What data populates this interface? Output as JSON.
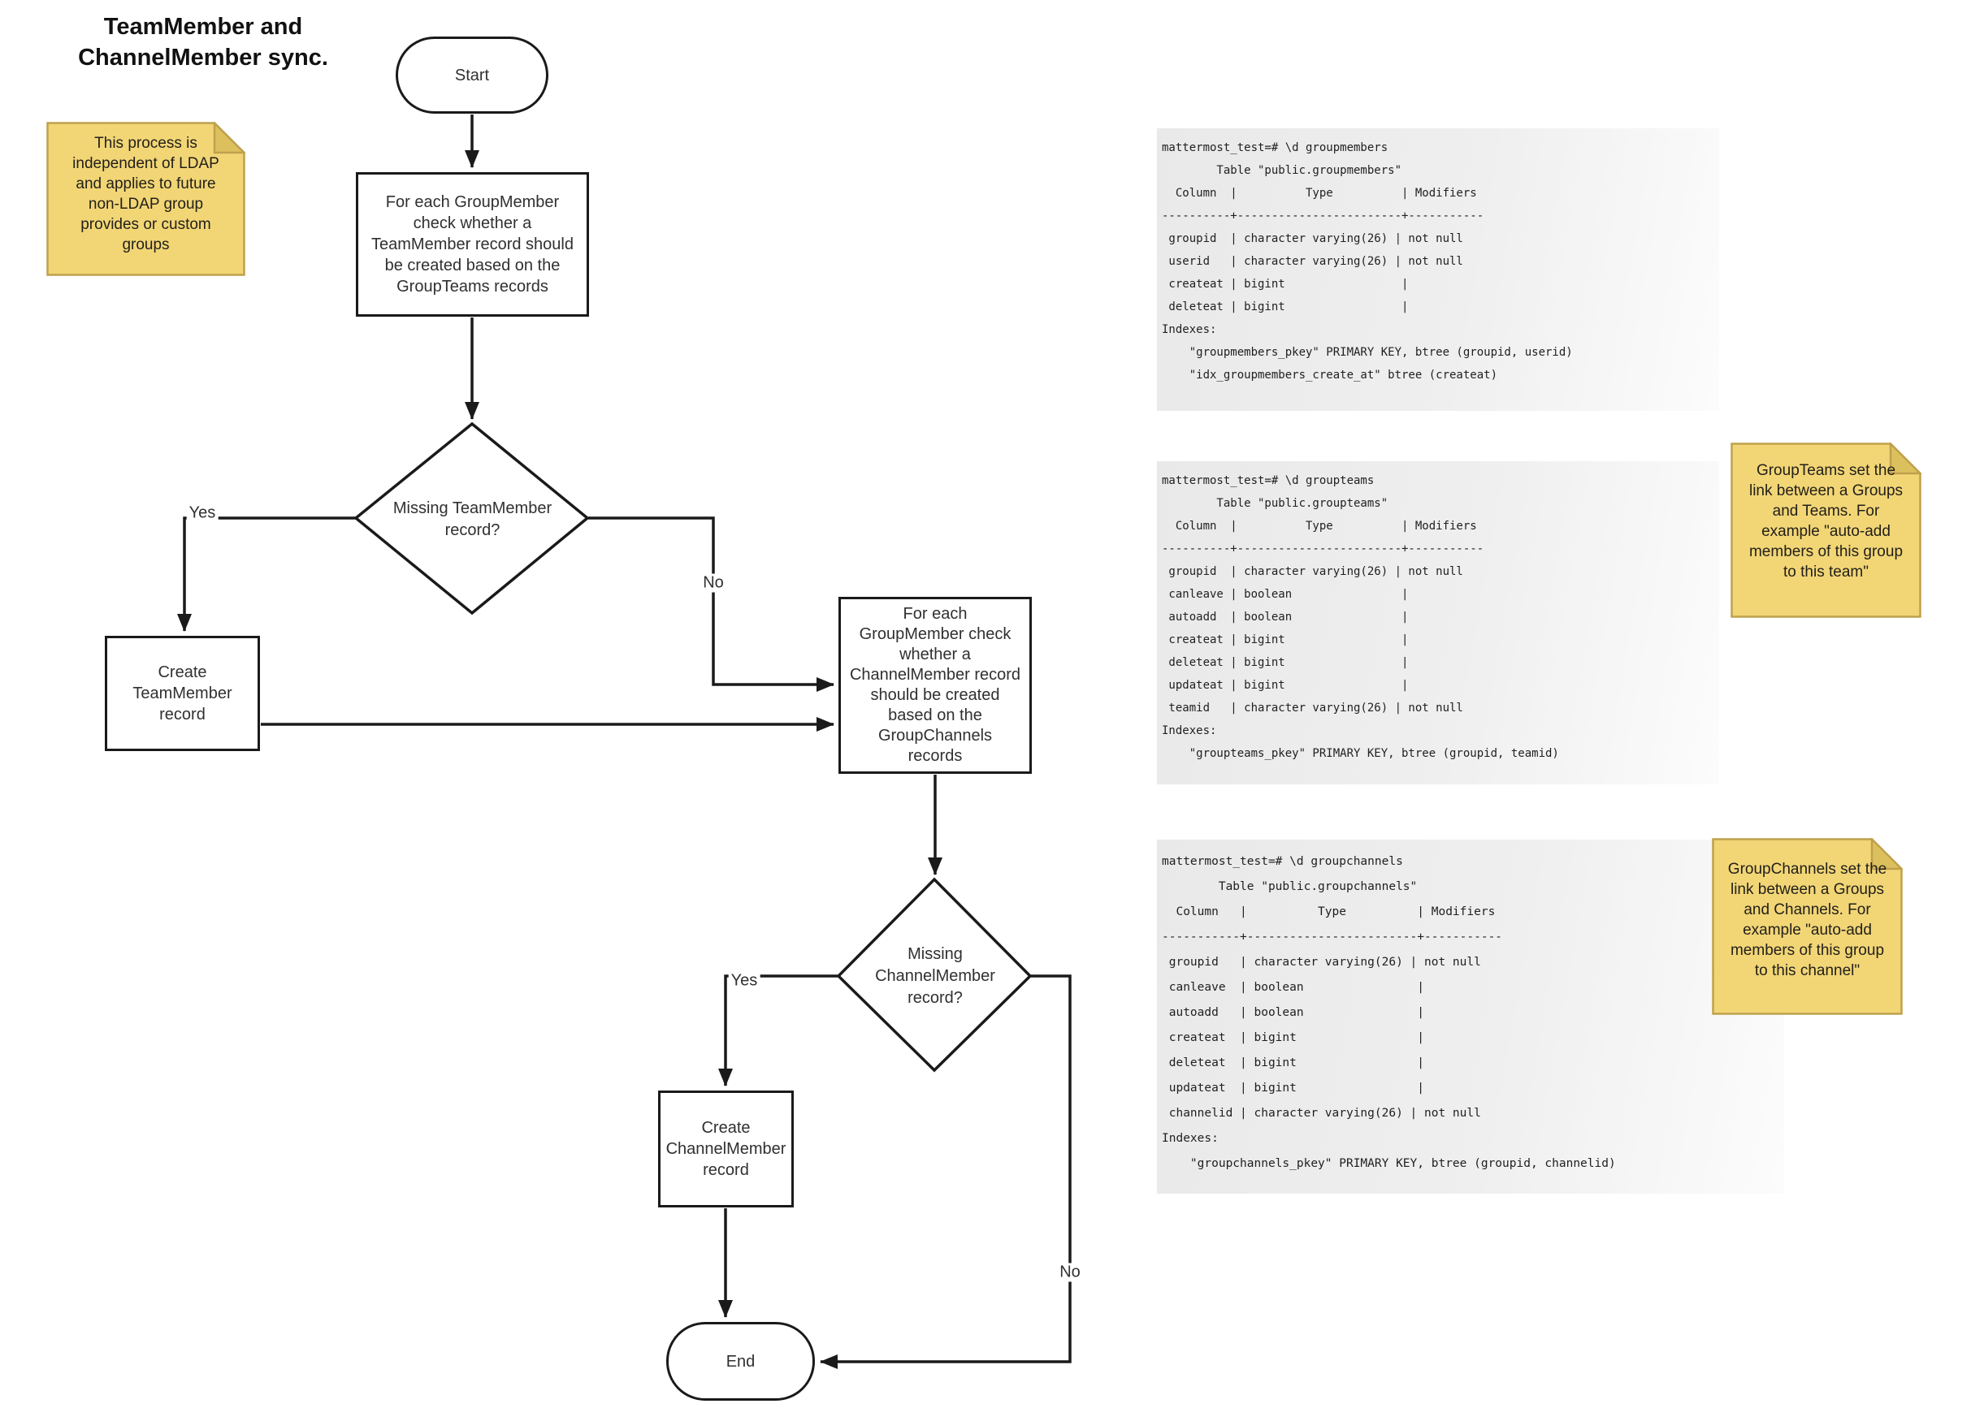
{
  "title": "TeamMember and\nChannelMember sync.",
  "colors": {
    "line": "#1a1a1a",
    "shape_fill": "#ffffff",
    "note_fill": "#f2d676",
    "note_fold": "#dcc05e",
    "note_border": "#bfa14c",
    "terminal_bg": "#e9e9e9"
  },
  "flowchart": {
    "nodes": {
      "start": "Start",
      "process1": "For each GroupMember\ncheck whether a\nTeamMember record should\nbe created based on the\nGroupTeams records",
      "decision1": "Missing TeamMember\nrecord?",
      "create_teammember": "Create\nTeamMember\nrecord",
      "process2": "For each\nGroupMember check\nwhether a\nChannelMember record\nshould be created\nbased on the\nGroupChannels\nrecords",
      "decision2": "Missing\nChannelMember\nrecord?",
      "create_channelmember": "Create\nChannelMember\nrecord",
      "end": "End"
    },
    "edge_labels": {
      "yes1": "Yes",
      "no1": "No",
      "yes2": "Yes",
      "no2": "No"
    }
  },
  "notes": {
    "ldap": "This process is\nindependent of LDAP\nand applies to future\nnon-LDAP group\nprovides or custom\ngroups",
    "groupteams": "GroupTeams set the\nlink between a Groups\nand Teams. For\nexample \"auto-add\nmembers of this group\nto this team\"",
    "groupchannels": "GroupChannels set the\nlink between a Groups\nand Channels. For\nexample \"auto-add\nmembers of this group\nto this channel\""
  },
  "terminals": {
    "groupmembers": "mattermost_test=# \\d groupmembers\n        Table \"public.groupmembers\"\n  Column  |          Type          | Modifiers\n----------+------------------------+-----------\n groupid  | character varying(26) | not null\n userid   | character varying(26) | not null\n createat | bigint                 |\n deleteat | bigint                 |\nIndexes:\n    \"groupmembers_pkey\" PRIMARY KEY, btree (groupid, userid)\n    \"idx_groupmembers_create_at\" btree (createat)",
    "groupteams": "mattermost_test=# \\d groupteams\n        Table \"public.groupteams\"\n  Column  |          Type          | Modifiers\n----------+------------------------+-----------\n groupid  | character varying(26) | not null\n canleave | boolean                |\n autoadd  | boolean                |\n createat | bigint                 |\n deleteat | bigint                 |\n updateat | bigint                 |\n teamid   | character varying(26) | not null\nIndexes:\n    \"groupteams_pkey\" PRIMARY KEY, btree (groupid, teamid)",
    "groupchannels": "mattermost_test=# \\d groupchannels\n        Table \"public.groupchannels\"\n  Column   |          Type          | Modifiers\n-----------+------------------------+-----------\n groupid   | character varying(26) | not null\n canleave  | boolean                |\n autoadd   | boolean                |\n createat  | bigint                 |\n deleteat  | bigint                 |\n updateat  | bigint                 |\n channelid | character varying(26) | not null\nIndexes:\n    \"groupchannels_pkey\" PRIMARY KEY, btree (groupid, channelid)"
  }
}
